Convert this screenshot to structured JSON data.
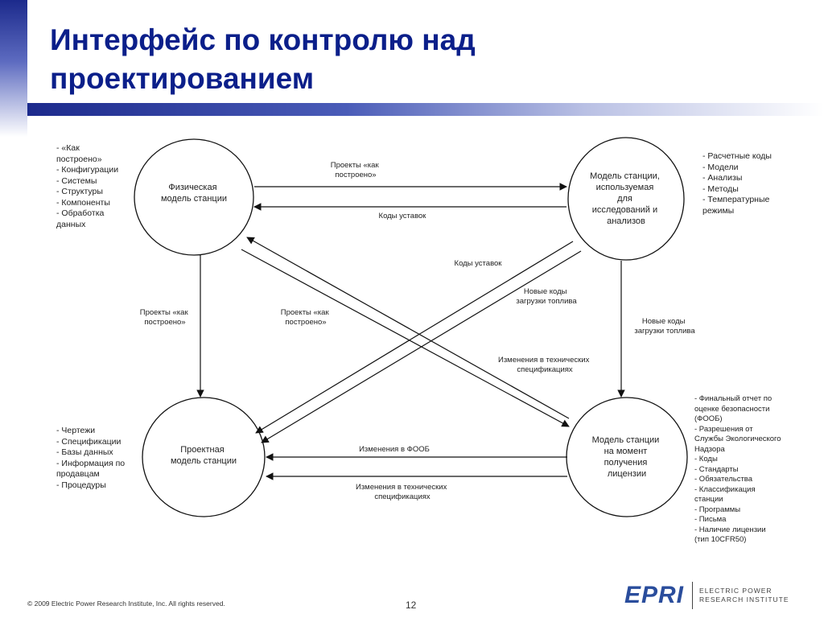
{
  "title": "Интерфейс по контролю над\nпроектированием",
  "nodes": [
    {
      "id": "phys",
      "lines": [
        "Физическая",
        "модель станции"
      ]
    },
    {
      "id": "research",
      "lines": [
        "Модель станции,",
        "используемая",
        "для",
        "исследований и",
        "анализов"
      ]
    },
    {
      "id": "design",
      "lines": [
        "Проектная",
        "модель станции"
      ]
    },
    {
      "id": "license",
      "lines": [
        "Модель станции",
        "на момент",
        "получения",
        "лицензии"
      ]
    }
  ],
  "edges": [
    {
      "id": "phys-to-research",
      "label": [
        "Проекты «как",
        "построено»"
      ]
    },
    {
      "id": "research-to-phys",
      "label": [
        "Коды уставок"
      ]
    },
    {
      "id": "phys-to-design",
      "label": [
        "Проекты «как",
        "построено»"
      ]
    },
    {
      "id": "phys-to-license",
      "label": [
        "Проекты «как",
        "построено»"
      ]
    },
    {
      "id": "research-to-design-codes",
      "label": [
        "Коды уставок"
      ]
    },
    {
      "id": "research-to-design-fuel",
      "label": [
        "Новые коды",
        "загрузки топлива"
      ]
    },
    {
      "id": "license-to-phys",
      "label": [
        "Изменения в технических",
        "спецификациях"
      ]
    },
    {
      "id": "research-to-license",
      "label": [
        "Новые коды",
        "загрузки топлива"
      ]
    },
    {
      "id": "license-to-design-foob",
      "label": [
        "Изменения в ФООБ"
      ]
    },
    {
      "id": "license-to-design-spec",
      "label": [
        "Изменения в технических",
        "спецификациях"
      ]
    }
  ],
  "lists": {
    "top_left": [
      "- «Как",
      "построено»",
      "- Конфигурации",
      "- Системы",
      "- Структуры",
      "- Компоненты",
      "- Обработка",
      "данных"
    ],
    "top_right": [
      "- Расчетные коды",
      "- Модели",
      "- Анализы",
      "- Методы",
      "- Температурные",
      "режимы"
    ],
    "bottom_left": [
      "- Чертежи",
      "- Спецификации",
      "- Базы данных",
      "- Информация по",
      "продавцам",
      "- Процедуры"
    ],
    "bottom_right": [
      "- Финальный отчет по",
      "оценке безопасности",
      "(ФООБ)",
      "- Разрешения от",
      "Службы Экологического",
      "Надзора",
      "- Коды",
      "- Стандарты",
      "- Обязательства",
      "- Классификация",
      "станции",
      "- Программы",
      "- Письма",
      "- Наличие лицензии",
      "(тип 10CFR50)"
    ]
  },
  "footer": {
    "copyright": "© 2009 Electric Power Research Institute, Inc. All rights reserved.",
    "page_number": "12"
  },
  "logo": {
    "mark": "EPRI",
    "text_line1": "ELECTRIC POWER",
    "text_line2": "RESEARCH INSTITUTE"
  }
}
